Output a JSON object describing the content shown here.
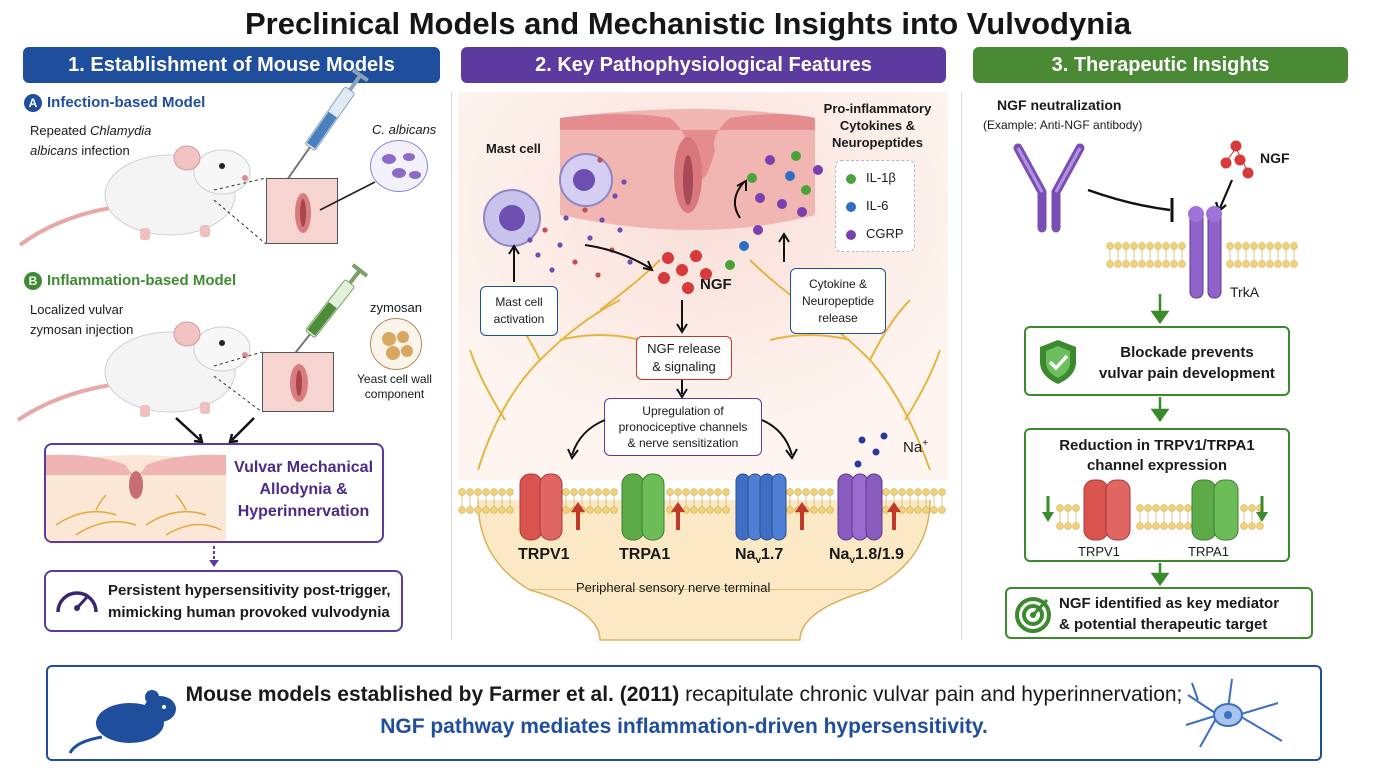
{
  "title": "Preclinical Models and Mechanistic Insights into Vulvodynia",
  "sections": {
    "s1": {
      "header": "1. Establishment of Mouse Models",
      "model_a": {
        "badge": "A",
        "title": "Infection-based Model",
        "desc_line1": "Repeated ",
        "desc_italic1": "Chlamydia",
        "desc_italic2": "albicans",
        "desc_line2_rest": " infection",
        "organism": "C. albicans"
      },
      "model_b": {
        "badge": "B",
        "title": "Inflammation-based Model",
        "desc_line1": "Localized vulvar",
        "desc_line2": "zymosan injection",
        "agent": "zymosan",
        "agent_desc_line1": "Yeast cell wall",
        "agent_desc_line2": "component"
      },
      "outcome": {
        "line1": "Vulvar Mechanical",
        "line2": "Allodynia &",
        "line3": "Hyperinnervation"
      },
      "persistent": {
        "line1": "Persistent hypersensitivity post-trigger,",
        "line2": "mimicking human provoked vulvodynia"
      }
    },
    "s2": {
      "header": "2. Key Pathophysiological Features",
      "mast_cell": "Mast cell",
      "mast_activation_line1": "Mast cell",
      "mast_activation_line2": "activation",
      "ngf": "NGF",
      "cytokines_title_line1": "Pro-inflammatory",
      "cytokines_title_line2": "Cytokines &",
      "cytokines_title_line3": "Neuropeptides",
      "legend": [
        {
          "label": "IL-1β",
          "color": "#4aa33a"
        },
        {
          "label": "IL-6",
          "color": "#2f6ec0"
        },
        {
          "label": "CGRP",
          "color": "#7a3fb0"
        }
      ],
      "cytokine_release_line1": "Cytokine &",
      "cytokine_release_line2": "Neuropeptide",
      "cytokine_release_line3": "release",
      "ngf_release_line1": "NGF release",
      "ngf_release_line2": "& signaling",
      "upreg_line1": "Upregulation of",
      "upreg_line2": "pronociceptive channels",
      "upreg_line3": "& nerve sensitization",
      "channels": [
        {
          "label": "TRPV1",
          "color": "#d9534f"
        },
        {
          "label": "TRPA1",
          "color": "#5cab48"
        },
        {
          "label": "Na",
          "sub": "v",
          "suffix": "1.7",
          "color": "#3f6fc4"
        },
        {
          "label": "Na",
          "sub": "v",
          "suffix": "1.8/1.9",
          "color": "#8a5cc0"
        }
      ],
      "sodium": "Na",
      "sodium_sup": "+",
      "terminal": "Peripheral sensory nerve terminal"
    },
    "s3": {
      "header": "3. Therapeutic Insights",
      "ngf_neutralization": "NGF neutralization",
      "example": "(Example: Anti-NGF antibody)",
      "ngf": "NGF",
      "trka": "TrkA",
      "blockade_line1": "Blockade prevents",
      "blockade_line2": "vulvar pain development",
      "reduction_line1": "Reduction in TRPV1/TRPA1",
      "reduction_line2": "channel expression",
      "trpv1": "TRPV1",
      "trpa1": "TRPA1",
      "target_line1": "NGF identified as key mediator",
      "target_line2": "& potential therapeutic target"
    }
  },
  "footer": {
    "line1_bold": "Mouse models established by Farmer et al. (2011)",
    "line1_rest": " recapitulate chronic vulvar pain and hyperinnervation;",
    "line2": "NGF pathway mediates inflammation-driven hypersensitivity."
  },
  "colors": {
    "blue": "#1f4e9c",
    "purple": "#5c3aa0",
    "green": "#4a8a35",
    "red_box": "#c0392b"
  }
}
